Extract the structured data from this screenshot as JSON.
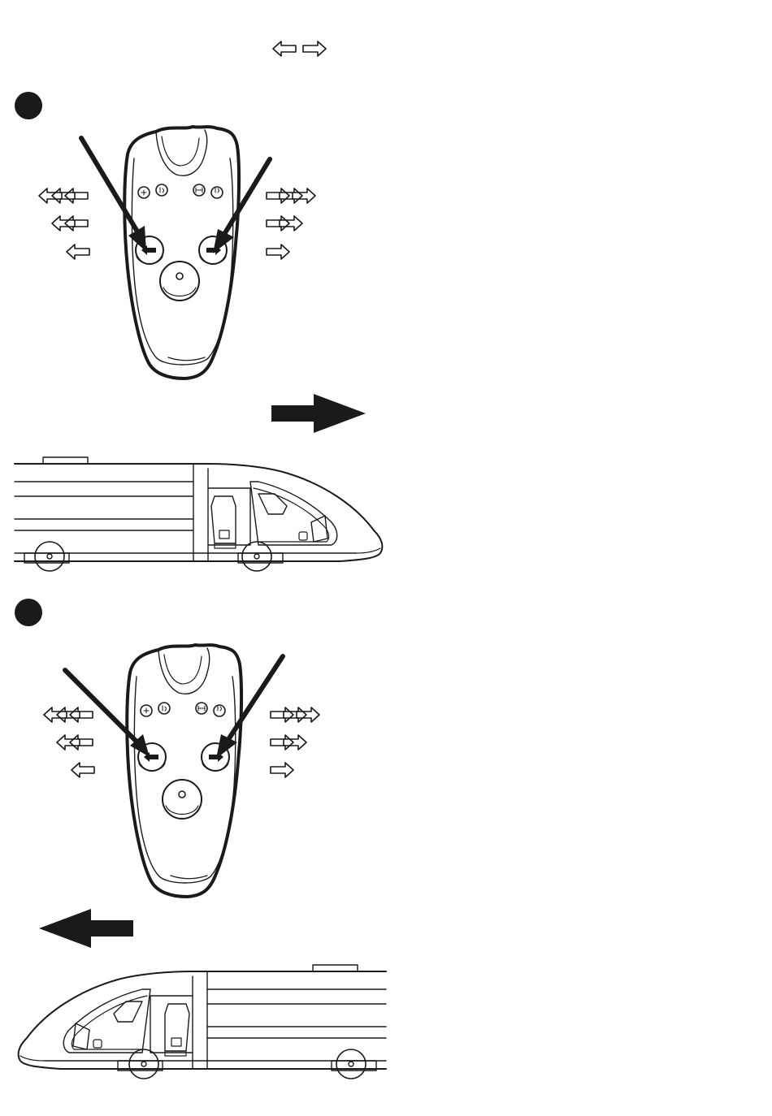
{
  "diagram": {
    "legend": {
      "icons": [
        "arrow-left-outline-icon",
        "arrow-right-outline-icon"
      ]
    },
    "steps": [
      {
        "badge": "",
        "pressed_buttons": [
          "reverse-button",
          "forward-button"
        ],
        "speed_levels_left": [
          3,
          2,
          1
        ],
        "speed_levels_right": [
          3,
          2,
          1
        ],
        "train_direction": "right"
      },
      {
        "badge": "",
        "pressed_buttons": [
          "reverse-button",
          "forward-button"
        ],
        "speed_levels_left": [
          3,
          2,
          1
        ],
        "speed_levels_right": [
          3,
          2,
          1
        ],
        "train_direction": "left"
      }
    ],
    "colors": {
      "ink": "#1a1a1a",
      "paper": "#ffffff"
    }
  }
}
